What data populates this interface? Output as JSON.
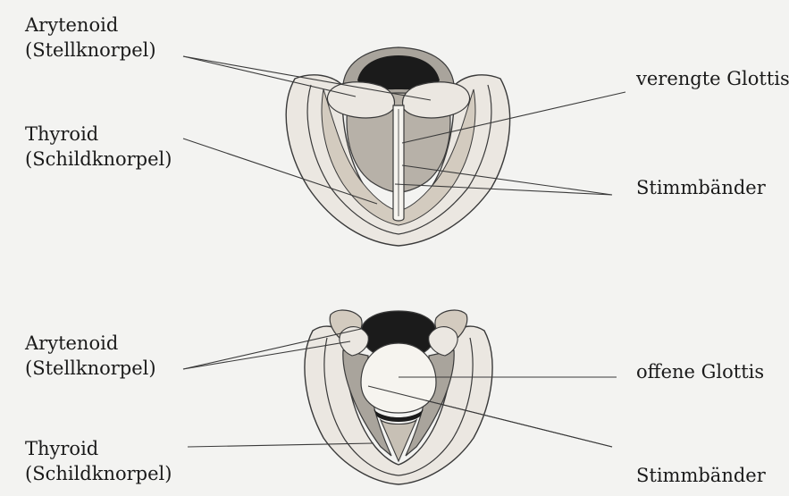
{
  "top_diagram": {
    "arytenoid_label": "Arytenoid",
    "arytenoid_sub": "(Stellknorpel)",
    "thyroid_label": "Thyroid",
    "thyroid_sub": "(Schildknorpel)",
    "glottis_label": "verengte Glottis",
    "vocal_cords_label": "Stimmbänder"
  },
  "bottom_diagram": {
    "arytenoid_label": "Arytenoid",
    "arytenoid_sub": "(Stellknorpel)",
    "thyroid_label": "Thyroid",
    "thyroid_sub": "(Schildknorpel)",
    "glottis_label": "offene Glottis",
    "vocal_cords_label": "Stimmbänder"
  },
  "colors": {
    "background": "#f3f3f1",
    "cartilage_light": "#ebe7e1",
    "cartilage_mid": "#d3cbbf",
    "tissue_shade": "#a9a49c",
    "airway_dark": "#1b1b1b",
    "line": "#3a3a3a"
  }
}
